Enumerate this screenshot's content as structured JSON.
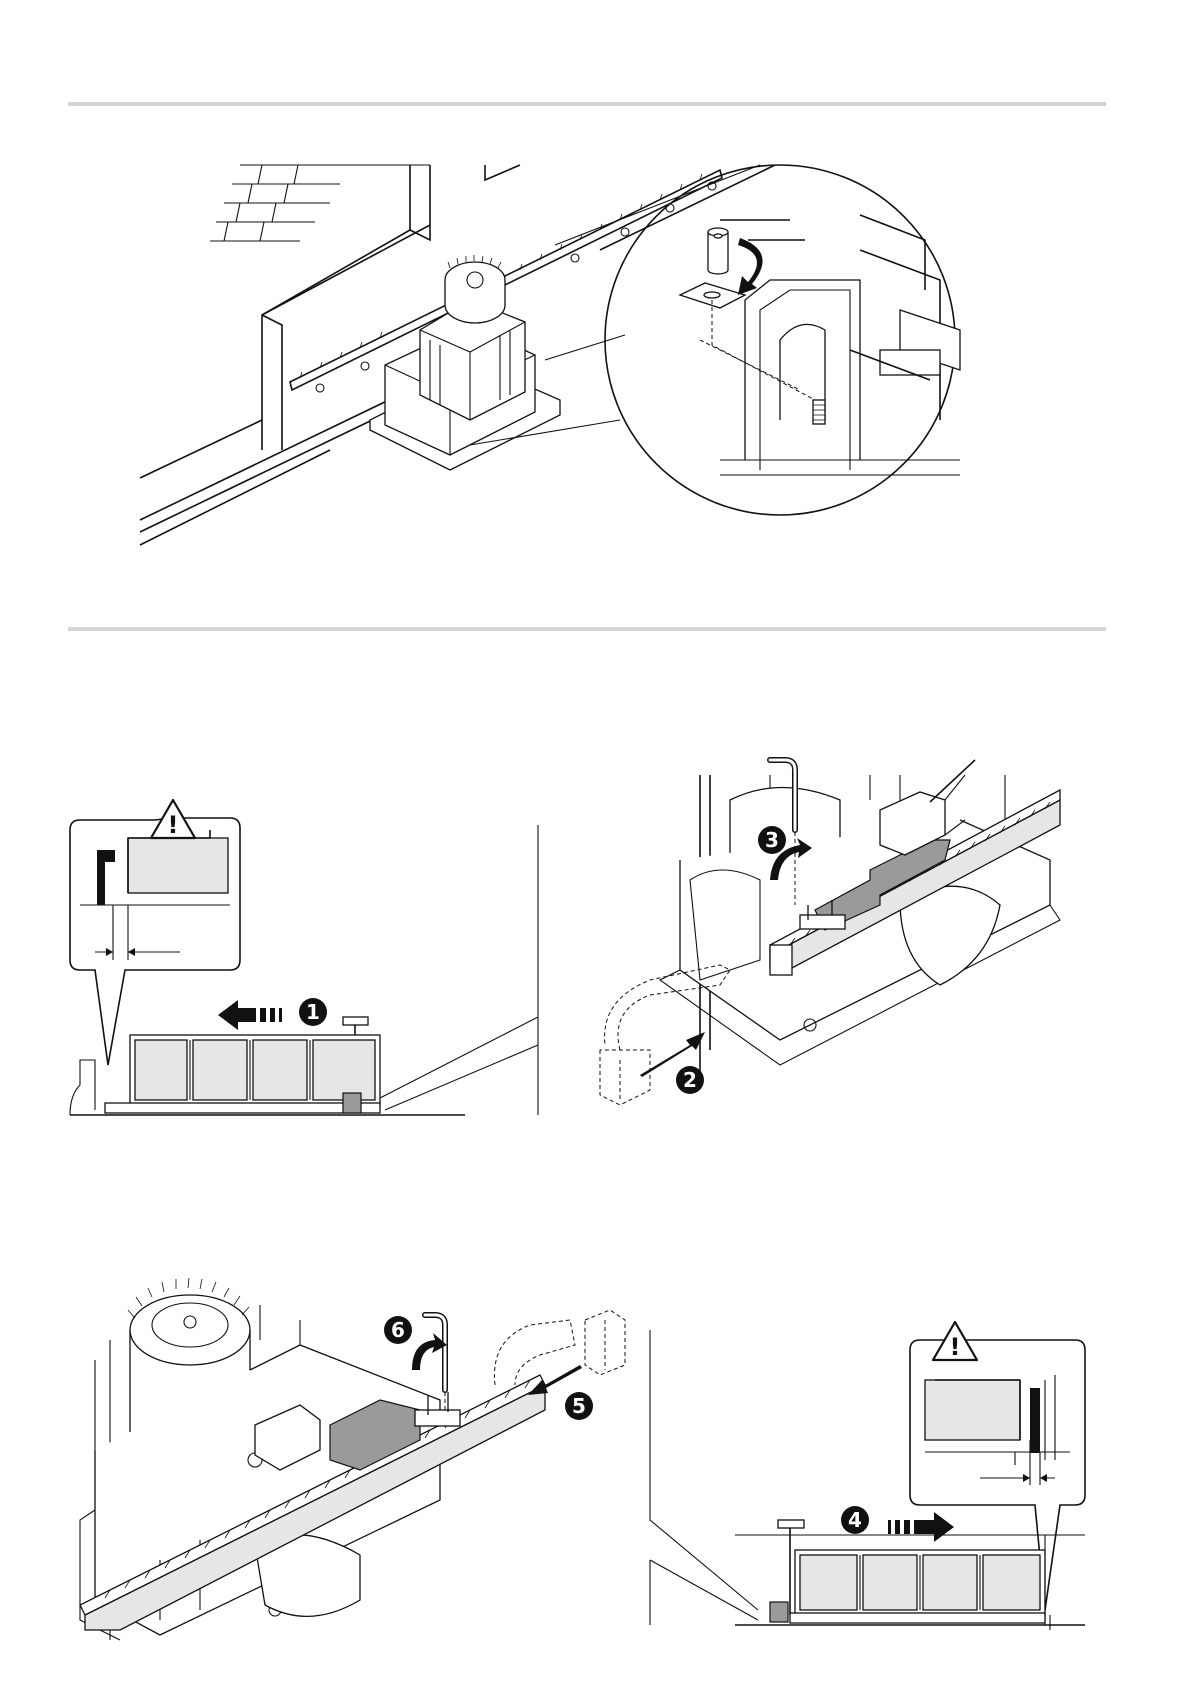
{
  "steps": [
    {
      "number": "1",
      "direction": "left"
    },
    {
      "number": "2",
      "direction": "insert"
    },
    {
      "number": "3",
      "direction": "tighten"
    },
    {
      "number": "4",
      "direction": "right"
    },
    {
      "number": "5",
      "direction": "insert"
    },
    {
      "number": "6",
      "direction": "tighten"
    }
  ],
  "warnings": [
    {
      "icon": "warning-triangle-icon",
      "symbol": "!"
    },
    {
      "icon": "warning-triangle-icon",
      "symbol": "!"
    }
  ],
  "colors": {
    "line": "#111111",
    "fill_gray": "#e6e6e6",
    "rule": "#d4d4d4"
  }
}
